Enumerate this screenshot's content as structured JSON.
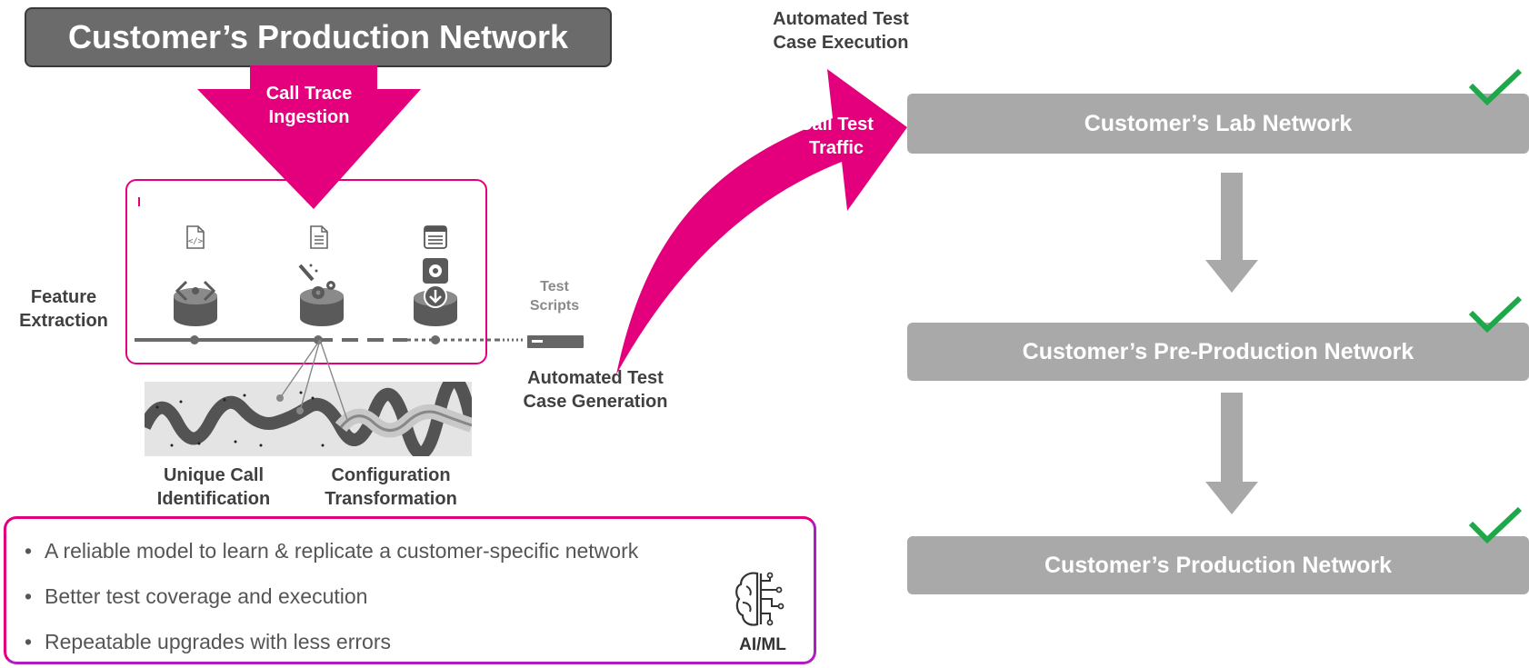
{
  "title": "Customer’s Production Network",
  "call_trace_ingestion": "Call Trace Ingestion",
  "feature_extraction": "Feature Extraction",
  "test_scripts": "Test Scripts",
  "automated_test_case_generation": "Automated Test Case Generation",
  "unique_call_identification": "Unique Call Identification",
  "configuration_transformation": "Configuration Transformation",
  "automated_test_case_execution": "Automated Test Case Execution",
  "call_test_traffic": "Call Test Traffic",
  "networks": {
    "lab": "Customer’s Lab Network",
    "pre_production": "Customer’s Pre-Production Network",
    "production": "Customer’s Production Network"
  },
  "bullets": [
    "A reliable model to learn & replicate a customer-specific network",
    "Better test coverage and execution",
    "Repeatable upgrades with less errors"
  ],
  "ai_ml_label": "AI/ML",
  "colors": {
    "accent": "#e4007c",
    "purple": "#b01cc0",
    "gray_box": "#a9a9a9",
    "title_bg": "#6b6b6b",
    "check": "#1fa84a"
  },
  "icons": [
    "code-file-icon",
    "document-icon",
    "list-icon",
    "database-icon",
    "gear-icon",
    "download-icon",
    "brain-circuit-icon",
    "checkmark-icon",
    "down-arrow-icon"
  ]
}
